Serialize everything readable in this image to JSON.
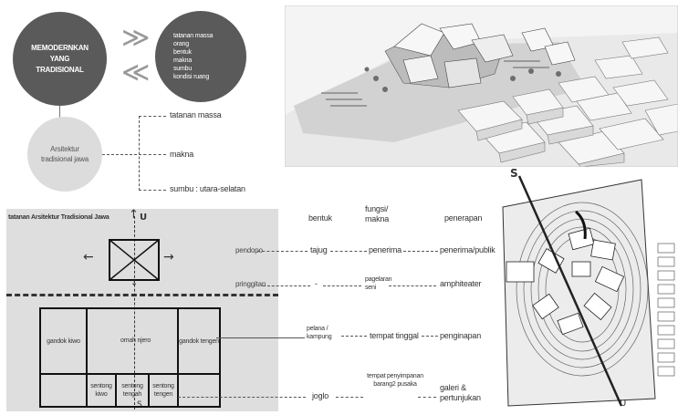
{
  "concept": {
    "title_circle": "MEMODERNKAN YANG TRADISIONAL",
    "items_circle": [
      "tatanan massa",
      "orang",
      "bentuk",
      "makna",
      "sumbu",
      "kondisi ruang"
    ],
    "arch_circle": "Arsitektur tradisional jawa",
    "branches": [
      "tatanan massa",
      "makna",
      "sumbu : utara-selatan"
    ]
  },
  "plan": {
    "title": "tatanan Arsitektur Tradisional Jawa",
    "north": "U",
    "south": "S",
    "rooms": {
      "left": "gandok kiwo",
      "center": "omah njero",
      "right": "gandok tengen",
      "bottom_left": "sentong kiwo",
      "bottom_center": "sentong tengah",
      "bottom_right": "sentong tengen"
    }
  },
  "table": {
    "headers": [
      "bentuk",
      "fungsi/ makna",
      "penerapan"
    ],
    "rows": [
      {
        "label": "pendopo",
        "bentuk": "tajug",
        "fungsi": "penerima",
        "penerapan": "penerima/publik"
      },
      {
        "label": "pringgitan",
        "bentuk": "-",
        "fungsi": "pagelaran seni",
        "penerapan": "amphiteater"
      },
      {
        "label": "",
        "bentuk": "pelana / kampung",
        "fungsi": "tempat tinggal",
        "penerapan": "penginapan"
      },
      {
        "label": "",
        "bentuk": "joglo",
        "fungsi": "tempat penyimpanan barang2 pusaka",
        "penerapan": "galeri & pertunjukan"
      }
    ]
  },
  "siteplan": {
    "north": "S",
    "south": "U"
  },
  "colors": {
    "dark_circle": "#5a5a5a",
    "light_circle": "#dcdcdc",
    "panel_grey": "#dedede"
  }
}
